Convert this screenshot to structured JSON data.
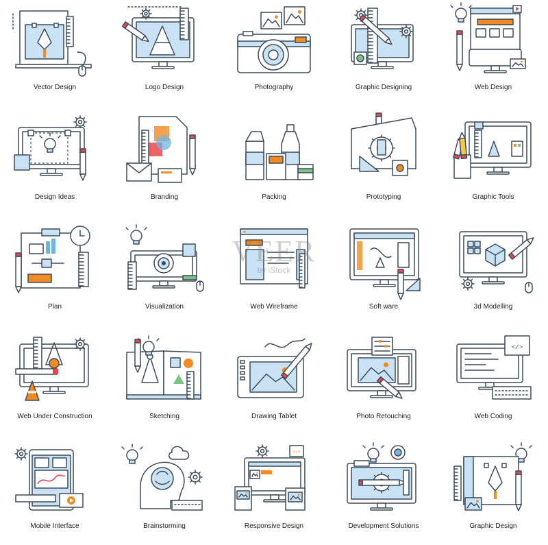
{
  "colors": {
    "stroke": "#3c4a5c",
    "blue": "#c9e3f5",
    "blue_dark": "#6fb4e3",
    "orange": "#f28b22",
    "red": "#e8474c",
    "green": "#7dc383",
    "yellow": "#f7c843"
  },
  "watermark": {
    "main": "VEER",
    "sub": "by iStock"
  },
  "icons": [
    {
      "label": "Vector Design",
      "icon": "vector-design-icon"
    },
    {
      "label": "Logo Design",
      "icon": "logo-design-icon"
    },
    {
      "label": "Photography",
      "icon": "photography-icon"
    },
    {
      "label": "Graphic Designing",
      "icon": "graphic-designing-icon"
    },
    {
      "label": "Web Design",
      "icon": "web-design-icon"
    },
    {
      "label": "Design Ideas",
      "icon": "design-ideas-icon"
    },
    {
      "label": "Branding",
      "icon": "branding-icon"
    },
    {
      "label": "Packing",
      "icon": "packing-icon"
    },
    {
      "label": "Prototyping",
      "icon": "prototyping-icon"
    },
    {
      "label": "Graphic Tools",
      "icon": "graphic-tools-icon"
    },
    {
      "label": "Plan",
      "icon": "plan-icon"
    },
    {
      "label": "Visualization",
      "icon": "visualization-icon"
    },
    {
      "label": "Web Wireframe",
      "icon": "web-wireframe-icon"
    },
    {
      "label": "Soft ware",
      "icon": "software-icon"
    },
    {
      "label": "3d Modelling",
      "icon": "3d-modelling-icon"
    },
    {
      "label": "Web Under Construction",
      "icon": "web-under-construction-icon"
    },
    {
      "label": "Sketching",
      "icon": "sketching-icon"
    },
    {
      "label": "Drawing Tablet",
      "icon": "drawing-tablet-icon"
    },
    {
      "label": "Photo Retouching",
      "icon": "photo-retouching-icon"
    },
    {
      "label": "Web Coding",
      "icon": "web-coding-icon"
    },
    {
      "label": "Mobile Interface",
      "icon": "mobile-interface-icon"
    },
    {
      "label": "Brainstorming",
      "icon": "brainstorming-icon"
    },
    {
      "label": "Responsive Design",
      "icon": "responsive-design-icon"
    },
    {
      "label": "Development Solutions",
      "icon": "development-solutions-icon"
    },
    {
      "label": "Graphic Design",
      "icon": "graphic-design-icon"
    }
  ]
}
